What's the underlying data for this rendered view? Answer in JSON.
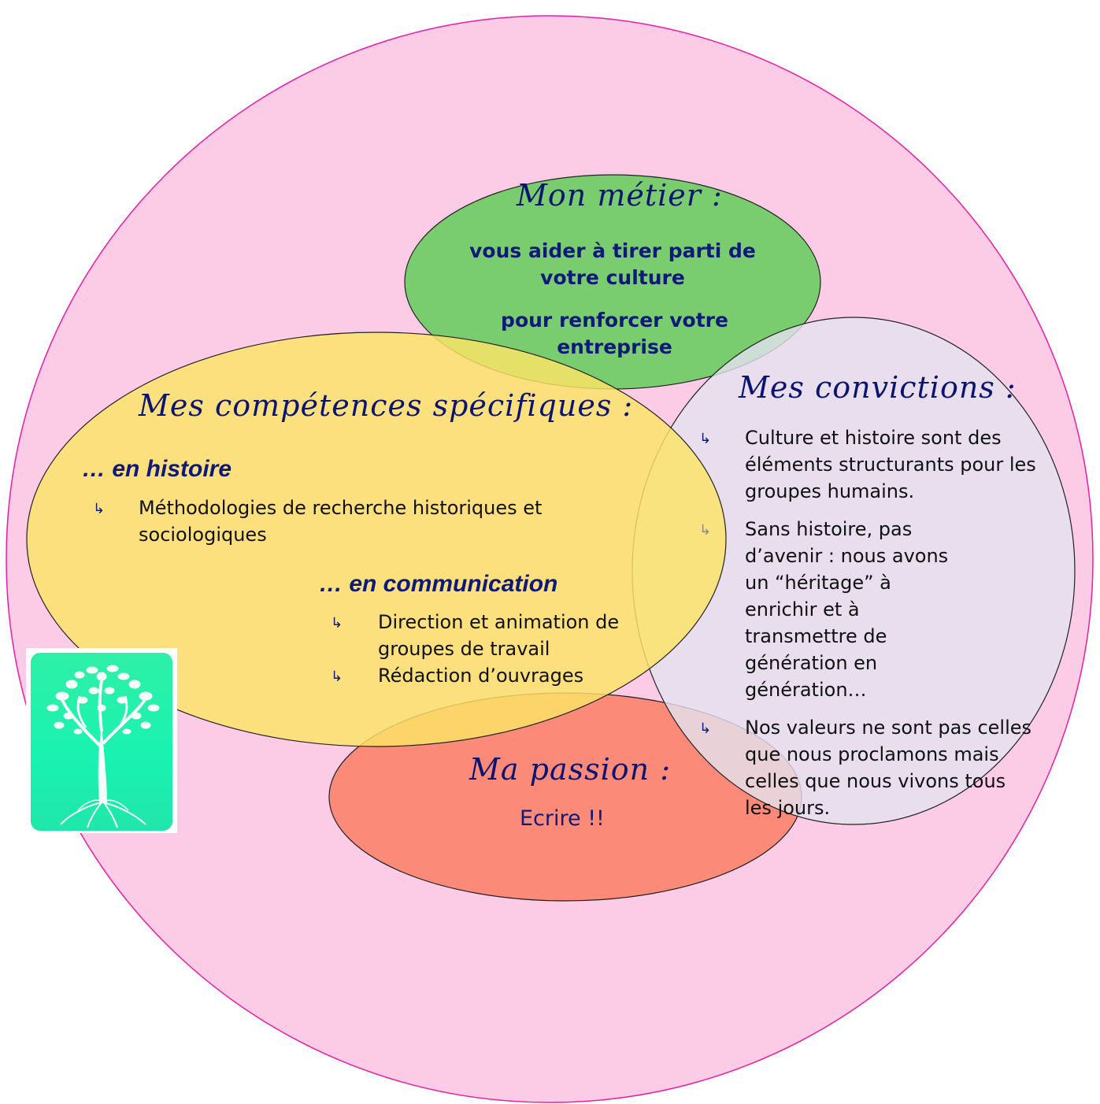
{
  "colors": {
    "outer_circle": "#fccbe6",
    "outer_stroke": "#ea1ea0",
    "metier": "#79cd6f",
    "competences": "#fde466",
    "convictions": "#e4e2f0",
    "passion": "#fc8a78",
    "text": "#0f1a78"
  },
  "metier": {
    "title": "Mon métier :",
    "line1": "vous aider à tirer parti de votre culture",
    "line2": "pour renforcer votre entreprise"
  },
  "competences": {
    "title": "Mes compétences spécifiques :",
    "histoire": {
      "heading": "… en histoire",
      "items": [
        "Méthodologies de recherche historiques et sociologiques"
      ]
    },
    "communication": {
      "heading": "… en communication",
      "items": [
        "Direction et animation de groupes de travail",
        "Rédaction d’ouvrages"
      ]
    }
  },
  "convictions": {
    "title": "Mes convictions :",
    "items": [
      "Culture et histoire sont des éléments structurants pour les groupes humains.",
      "Sans histoire, pas d’avenir : nous  avons un “héritage” à enrichir et  à transmettre de génération en génération…",
      "Nos valeurs ne sont pas celles que nous proclamons mais celles que nous vivons tous les jours."
    ]
  },
  "passion": {
    "title": "Ma passion :",
    "body": "Ecrire !!"
  },
  "logo": {
    "icon": "tree-icon"
  }
}
